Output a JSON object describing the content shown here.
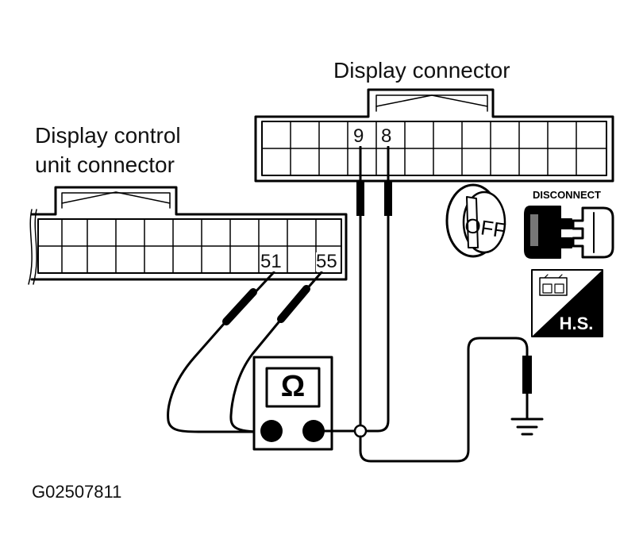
{
  "labels": {
    "display_connector": "Display connector",
    "control_unit_line1": "Display control",
    "control_unit_line2": "unit connector",
    "figure_id": "G02507811"
  },
  "pins": {
    "dc_left": "9",
    "dc_right": "8",
    "cu_left": "51",
    "cu_right": "55"
  },
  "meter": {
    "symbol": "Ω"
  },
  "ignition": {
    "key_text": "OFF"
  },
  "disconnect": {
    "label": "DISCONNECT"
  },
  "harness": {
    "badge": "H.S."
  },
  "icons": {
    "meter": "ohmmeter-icon",
    "ignition": "ignition-key-off-icon",
    "disconnect": "disconnect-connector-icon",
    "harness": "harness-side-icon",
    "ground": "ground-symbol-icon"
  }
}
